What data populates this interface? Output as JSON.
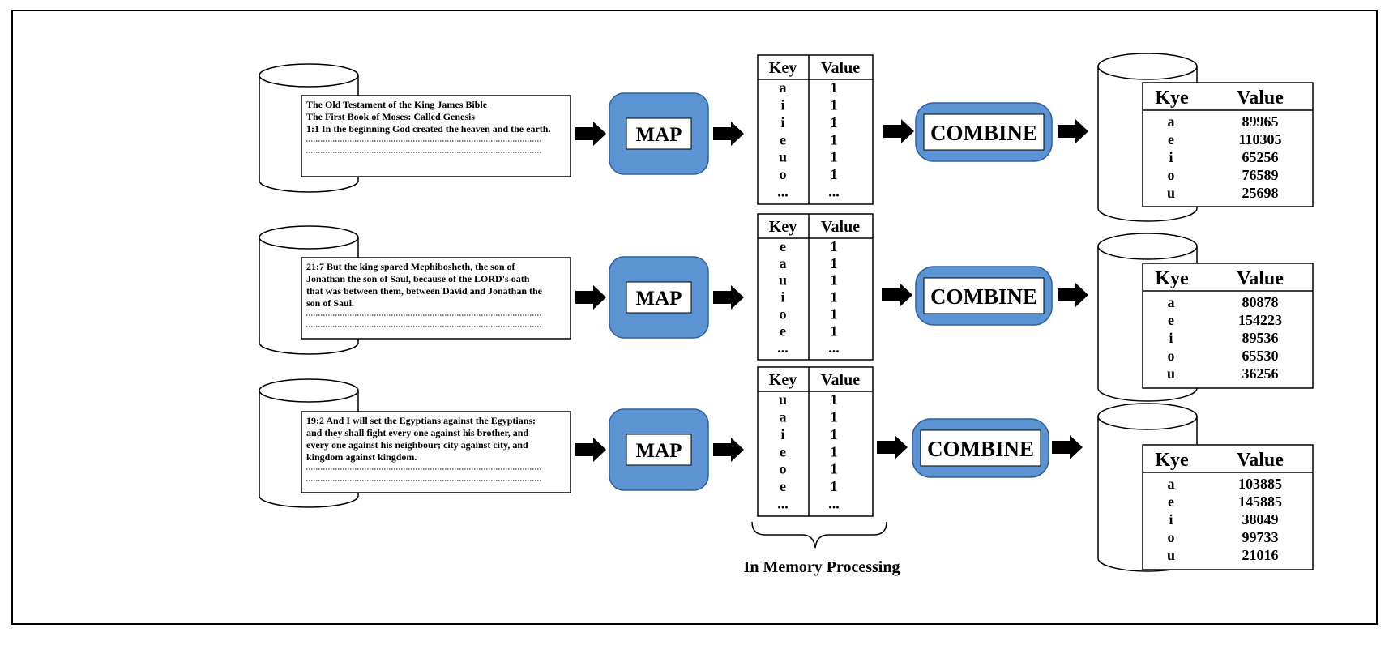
{
  "rows": [
    {
      "doc_lines": [
        "The Old Testament of the King James Bible",
        "The First Book of Moses:  Called Genesis",
        "1:1 In the beginning God created the heaven and the earth."
      ],
      "map_label": "MAP",
      "mem": {
        "key_header": "Key",
        "value_header": "Value",
        "keys": [
          "a",
          "i",
          "i",
          "e",
          "u",
          "o",
          "..."
        ],
        "values": [
          "1",
          "1",
          "1",
          "1",
          "1",
          "1",
          "..."
        ]
      },
      "combine_label": "COMBINE",
      "out": {
        "key_header": "Kye",
        "value_header": "Value",
        "keys": [
          "a",
          "e",
          "i",
          "o",
          "u"
        ],
        "values": [
          "89965",
          "110305",
          "65256",
          "76589",
          "25698"
        ]
      }
    },
    {
      "doc_lines": [
        "21:7 But the king spared Mephibosheth, the son of",
        "Jonathan the son of Saul, because of the LORD's oath",
        "that was between them, between David and Jonathan the",
        "son of Saul."
      ],
      "map_label": "MAP",
      "mem": {
        "key_header": "Key",
        "value_header": "Value",
        "keys": [
          "e",
          "a",
          "u",
          "i",
          "o",
          "e",
          "..."
        ],
        "values": [
          "1",
          "1",
          "1",
          "1",
          "1",
          "1",
          "..."
        ]
      },
      "combine_label": "COMBINE",
      "out": {
        "key_header": "Kye",
        "value_header": "Value",
        "keys": [
          "a",
          "e",
          "i",
          "o",
          "u"
        ],
        "values": [
          "80878",
          "154223",
          "89536",
          "65530",
          "36256"
        ]
      }
    },
    {
      "doc_lines": [
        "19:2 And I will set the Egyptians against the Egyptians:",
        "and they shall fight every one against his brother, and",
        "every one against his neighbour; city against city, and",
        "kingdom against kingdom."
      ],
      "map_label": "MAP",
      "mem": {
        "key_header": "Key",
        "value_header": "Value",
        "keys": [
          "u",
          "a",
          "i",
          "e",
          "o",
          "e",
          "..."
        ],
        "values": [
          "1",
          "1",
          "1",
          "1",
          "1",
          "1",
          "..."
        ]
      },
      "combine_label": "COMBINE",
      "out": {
        "key_header": "Kye",
        "value_header": "Value",
        "keys": [
          "a",
          "e",
          "i",
          "o",
          "u"
        ],
        "values": [
          "103885",
          "145885",
          "38049",
          "99733",
          "21016"
        ]
      }
    }
  ],
  "caption": "In Memory Processing",
  "colors": {
    "map_fill": "#5b93d3",
    "map_stroke": "#2f5f9e",
    "line": "#000000",
    "background": "#ffffff"
  }
}
